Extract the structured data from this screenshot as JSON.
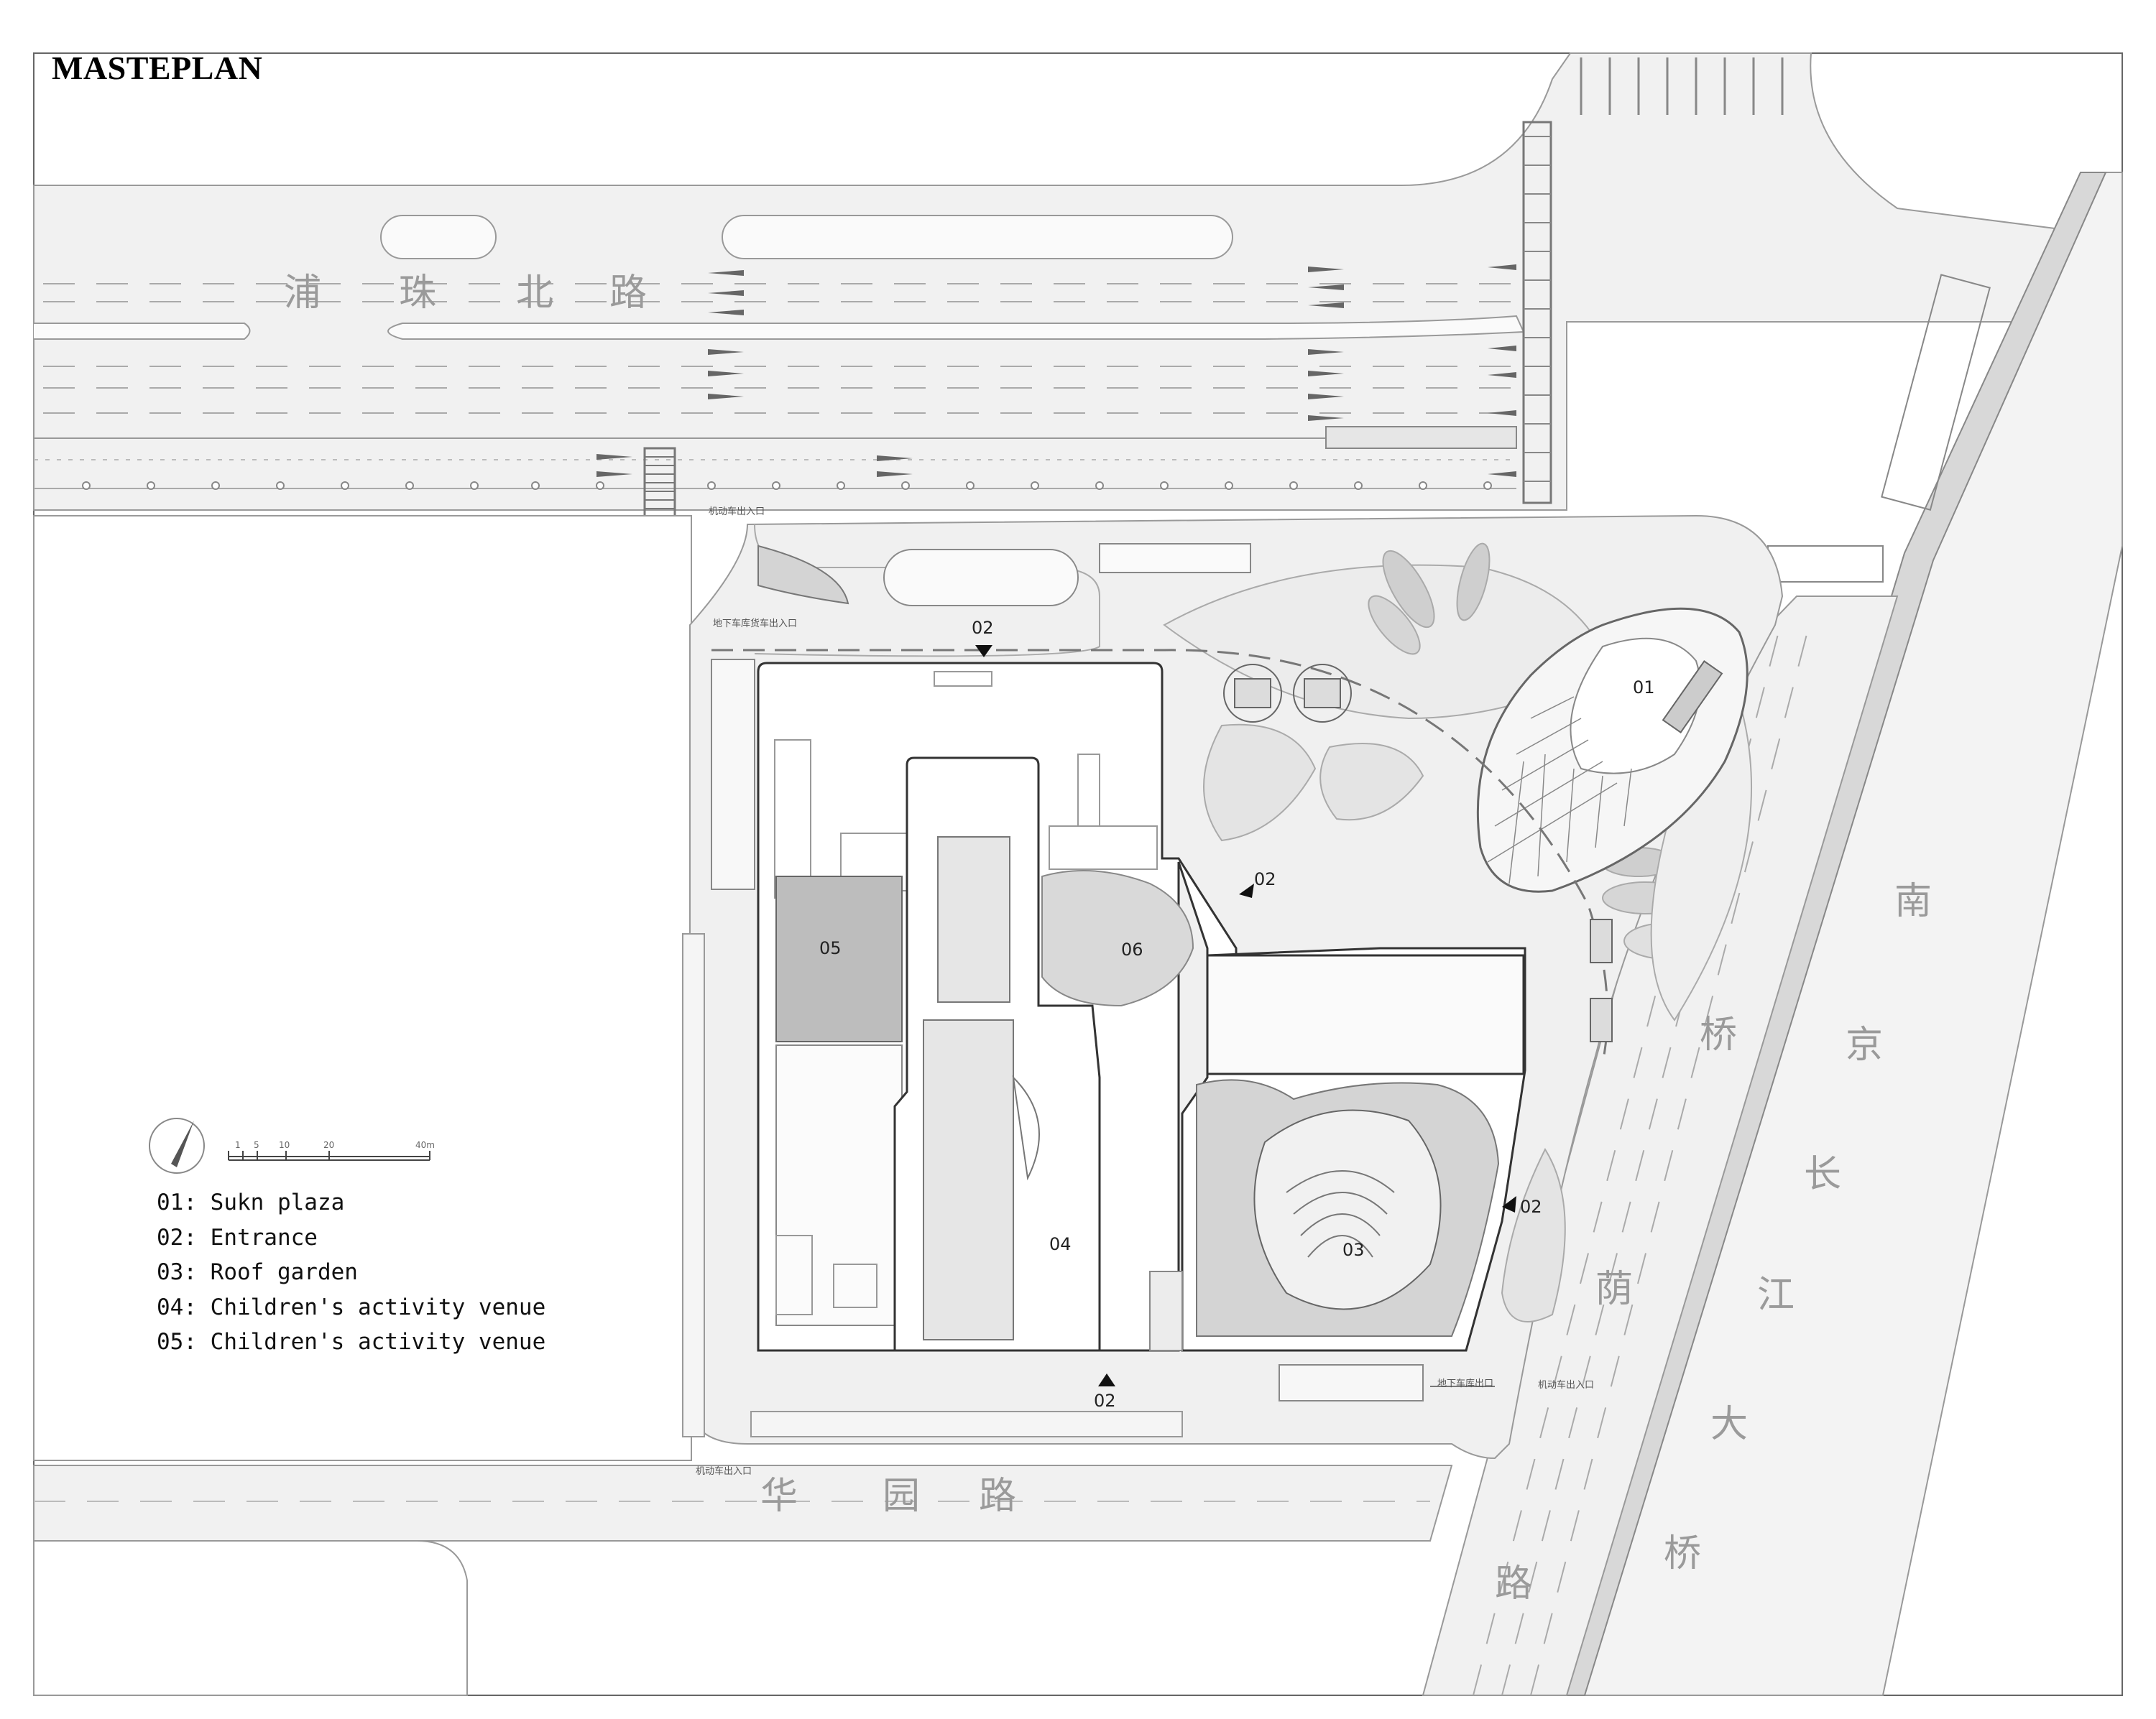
{
  "title": "MASTEPLAN",
  "legend": [
    "01: Sukn plaza",
    "02: Entrance",
    "03: Roof garden",
    "04: Children's activity venue",
    "05: Children's activity venue"
  ],
  "zones": {
    "z01": "01",
    "z02a": "02",
    "z02b": "02",
    "z02c": "02",
    "z02d": "02",
    "z03": "03",
    "z04": "04",
    "z05": "05",
    "z06": "06"
  },
  "roads": {
    "north": [
      "浦",
      "珠",
      "北",
      "路"
    ],
    "south": [
      "华",
      "园",
      "路"
    ],
    "east_a": [
      "南",
      "京",
      "长",
      "江",
      "大",
      "桥"
    ],
    "east_b": [
      "桥",
      "荫",
      "路"
    ]
  },
  "small_labels": {
    "vehicle_entry_n": "机动车出入口",
    "garage_entry_n": "地下车库货车出入口",
    "garage_entry_e": "地下车库出口",
    "vehicle_entry_e": "机动车出入口",
    "vehicle_entry_s": "机动车出入口"
  },
  "scale": {
    "ticks": [
      "1",
      "5",
      "10",
      "20",
      "40m"
    ]
  }
}
